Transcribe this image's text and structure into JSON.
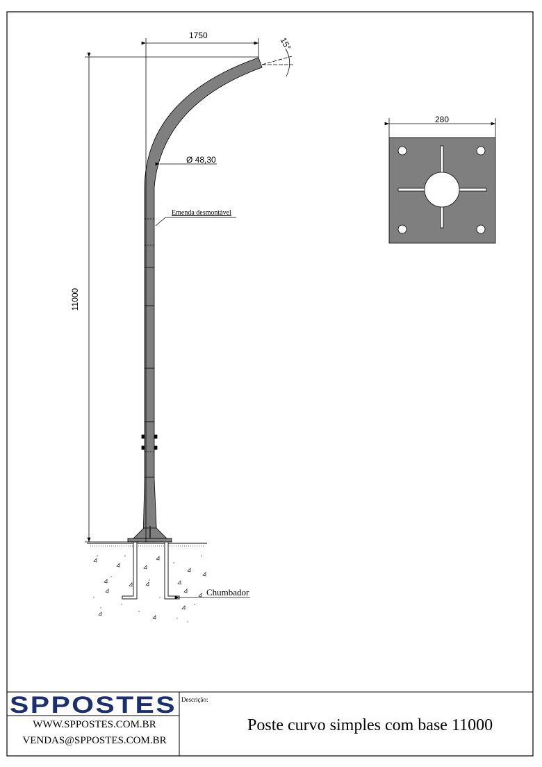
{
  "drawing": {
    "dim_width": "1750",
    "dim_angle": "15°",
    "dim_height": "11000",
    "diameter": "Ø 48,30",
    "splice_label": "Emenda desmontável",
    "anchor_label": "Chumbador",
    "plate_width": "280"
  },
  "title_block": {
    "logo_text": "SPPOSTES",
    "website": "WWW.SPPOSTES.COM.BR",
    "email": "VENDAS@SPPOSTES.COM.BR",
    "description_label": "Descrição:",
    "description": "Poste curvo simples com base 11000"
  },
  "colors": {
    "pole": "#7f7f7f",
    "logo": "#1c2f6e"
  }
}
